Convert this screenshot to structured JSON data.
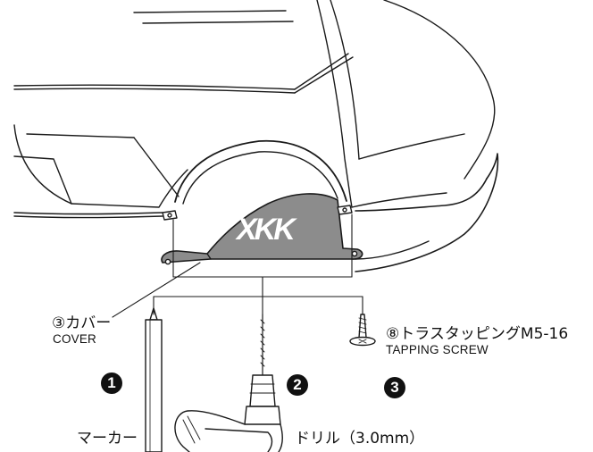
{
  "parts": {
    "cover": {
      "ja": "③カバー",
      "en": "COVER"
    },
    "screw": {
      "ja": "⑧トラスタッピングM5-16",
      "en": "TAPPING SCREW"
    }
  },
  "tools": [
    {
      "number": "1",
      "label": "マーカー"
    },
    {
      "number": "2",
      "label": "ドリル（3.0mm）"
    },
    {
      "number": "3",
      "label": ""
    }
  ],
  "logo": {
    "text": "XKK",
    "color": "#ffffff"
  },
  "colors": {
    "line": "#1a1a1a",
    "cover_fill": "#8c8c8c",
    "body_fill": "#ffffff"
  }
}
